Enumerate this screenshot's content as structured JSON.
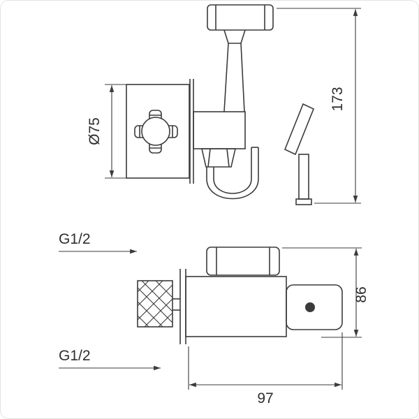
{
  "drawing": {
    "type": "technical-drawing-bidet-sprayer-valve",
    "colors": {
      "line": "#3b3b3b",
      "background": "#ffffff"
    },
    "views": {
      "front": {
        "dim_height": "173",
        "dim_flange_diameter": "Ø75"
      },
      "plan": {
        "dim_depth": "86",
        "dim_width": "97",
        "thread_top": "G1/2",
        "thread_bottom": "G1/2"
      }
    }
  }
}
